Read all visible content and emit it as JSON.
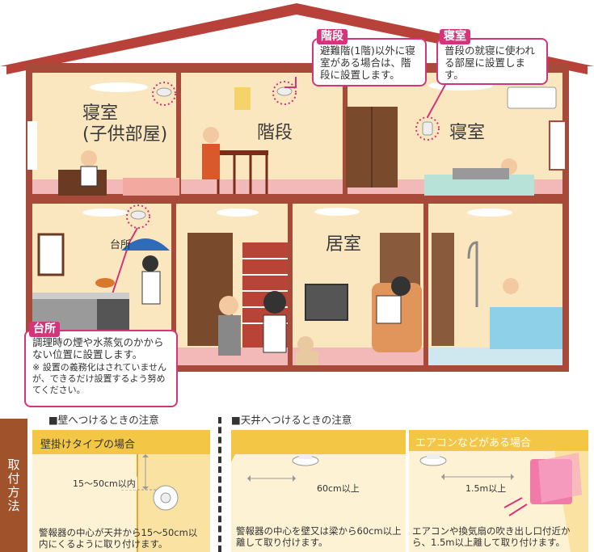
{
  "rooms": {
    "bedroom_child": "寝室\n(子供部屋)",
    "stairs": "階段",
    "bedroom": "寝室",
    "kitchen": "台所",
    "living": "居室"
  },
  "callouts": {
    "stairs": {
      "tag": "階段",
      "text": "避難階(1階)以外に寝室がある場合は、階段に設置します。"
    },
    "bedroom": {
      "tag": "寝室",
      "text": "普段の就寝に使われる部屋に設置します。"
    },
    "kitchen": {
      "tag": "台所",
      "text": "調理時の煙や水蒸気のかからない位置に設置します。",
      "note": "※ 設置の義務化はされていませんが、できるだけ設置するよう努めてください。"
    }
  },
  "installation": {
    "side_tab": "取付方法",
    "wall_section_title": "■壁へつけるときの注意",
    "ceiling_section_title": "■天井へつけるときの注意",
    "wall_panel": {
      "heading": "壁掛けタイプの場合",
      "measure": "15〜50cm以内",
      "text": "警報器の中心が天井から15〜50cm以内にくるように取り付けます。"
    },
    "ceiling_panel": {
      "measure": "60cm以上",
      "text": "警報器の中心を壁又は梁から60cm以上離して取り付けます。"
    },
    "aircon_panel": {
      "heading": "エアコンなどがある場合",
      "measure": "1.5m以上",
      "text": "エアコンや換気扇の吹き出し口付近から、1.5m以上離して取り付けます。"
    }
  },
  "colors": {
    "roof": "#b8423a",
    "wall": "#fbe7bf",
    "accent": "#d4357a",
    "side_tab": "#a0532b",
    "panel": "#fdf3d4",
    "panel_top": "#f4c646"
  }
}
